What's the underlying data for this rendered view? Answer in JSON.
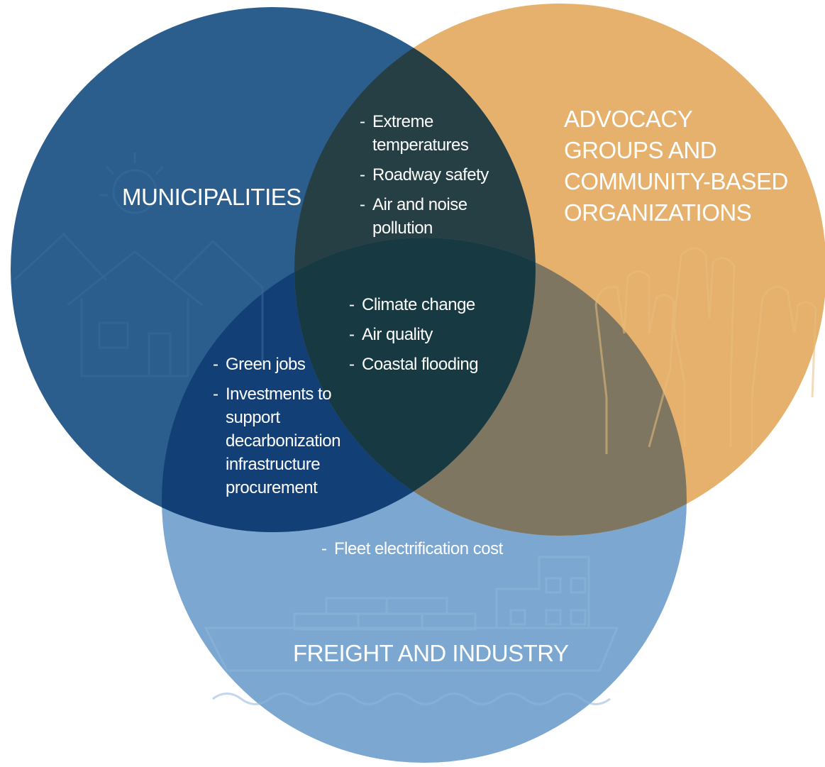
{
  "colors": {
    "municipalities": "#2b5d8d",
    "advocacy": "#e5b16c",
    "freight": "#7ba7d0",
    "muni_advocacy": "#253f45",
    "muni_freight": "#123f76",
    "advocacy_freight": "#7e7660",
    "center": "#173a42",
    "icon_line": "#3a6c9a"
  },
  "icons": {
    "municipalities": "house-sun-icon",
    "advocacy": "raised-hands-icon",
    "freight": "cargo-ship-icon"
  },
  "groups": {
    "municipalities": {
      "title": [
        "MUNICIPALITIES"
      ]
    },
    "advocacy": {
      "title": [
        "ADVOCACY",
        "GROUPS AND",
        "COMMUNITY-BASED",
        "ORGANIZATIONS"
      ]
    },
    "freight": {
      "title": [
        "FREIGHT AND INDUSTRY"
      ]
    }
  },
  "overlaps": {
    "municipalities_advocacy": [
      "Extreme temperatures",
      "Roadway safety",
      "Air and noise pollution"
    ],
    "all_three": [
      "Climate change",
      "Air quality",
      "Coastal flooding"
    ],
    "municipalities_freight": [
      "Green jobs",
      "Investments to support decarbonization infrastructure procurement"
    ],
    "freight_only": [
      "Fleet electrification cost"
    ]
  }
}
